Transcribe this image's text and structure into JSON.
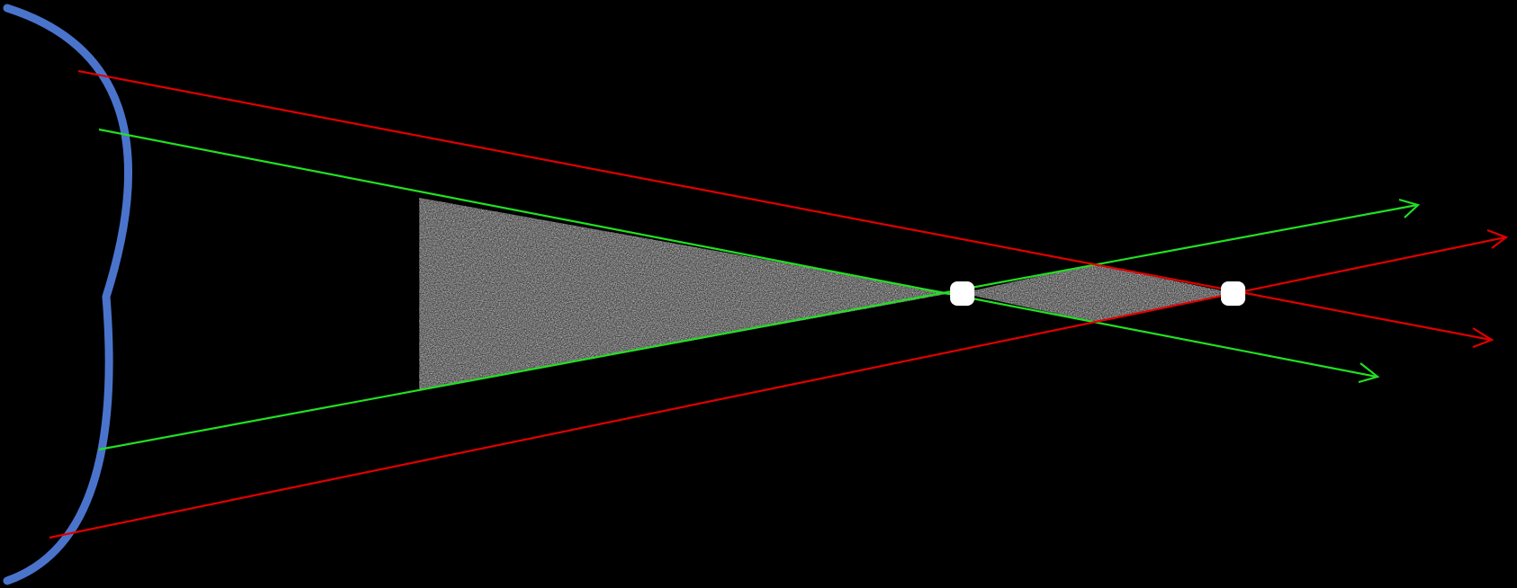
{
  "diagram": {
    "background_color": "#000000",
    "mirror": {
      "icon": "concave-mirror",
      "color": "#4a74cc"
    },
    "rays": [
      {
        "name": "red-ray-upper",
        "color": "#e00000"
      },
      {
        "name": "green-ray-upper",
        "color": "#22e022"
      },
      {
        "name": "green-ray-lower",
        "color": "#22e022"
      },
      {
        "name": "red-ray-lower",
        "color": "#e00000"
      }
    ],
    "focal_points": [
      {
        "name": "focal-point-green",
        "color": "#ffffff"
      },
      {
        "name": "focal-point-red",
        "color": "#ffffff"
      }
    ],
    "shaded_regions": [
      {
        "name": "noise-region-main",
        "texture": "gray-noise"
      },
      {
        "name": "noise-region-crossing",
        "texture": "gray-noise"
      }
    ]
  }
}
